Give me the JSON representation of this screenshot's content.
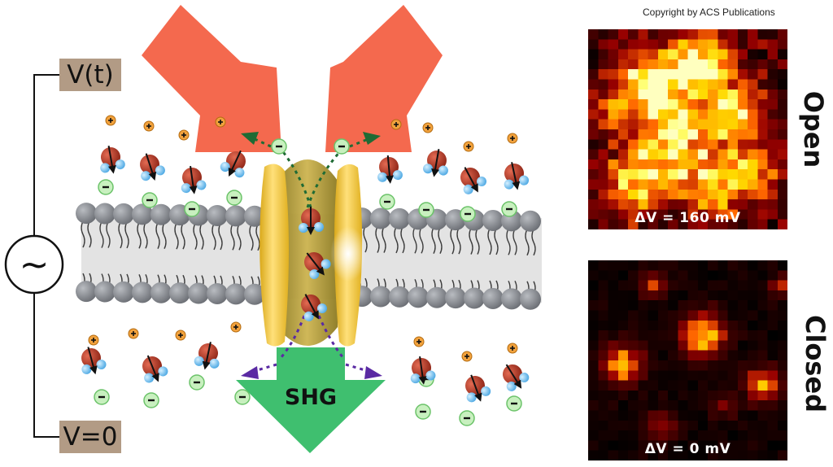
{
  "credit": "Copyright by ACS Publications",
  "voltage": {
    "top": "V(t)",
    "bottom": "V=0",
    "source_symbol": "~"
  },
  "arrows": {
    "output": "SHG"
  },
  "panels": {
    "open": {
      "label": "Open",
      "delta_v": "ΔV = 160 mV"
    },
    "closed": {
      "label": "Closed",
      "delta_v": "ΔV = 0 mV"
    }
  },
  "ions": {
    "cation": "+",
    "anion": "−"
  },
  "colors": {
    "laser": "#f4694e",
    "shg": "#3fbf6f",
    "channel": "#f2c63c",
    "lipid": "#8a8d93",
    "water_o": "#b23a2a",
    "water_h": "#7ec8ef",
    "anion_fill": "#c8f0bf",
    "cation_fill": "#f2a23d",
    "voltage_box": "#b29b85"
  }
}
